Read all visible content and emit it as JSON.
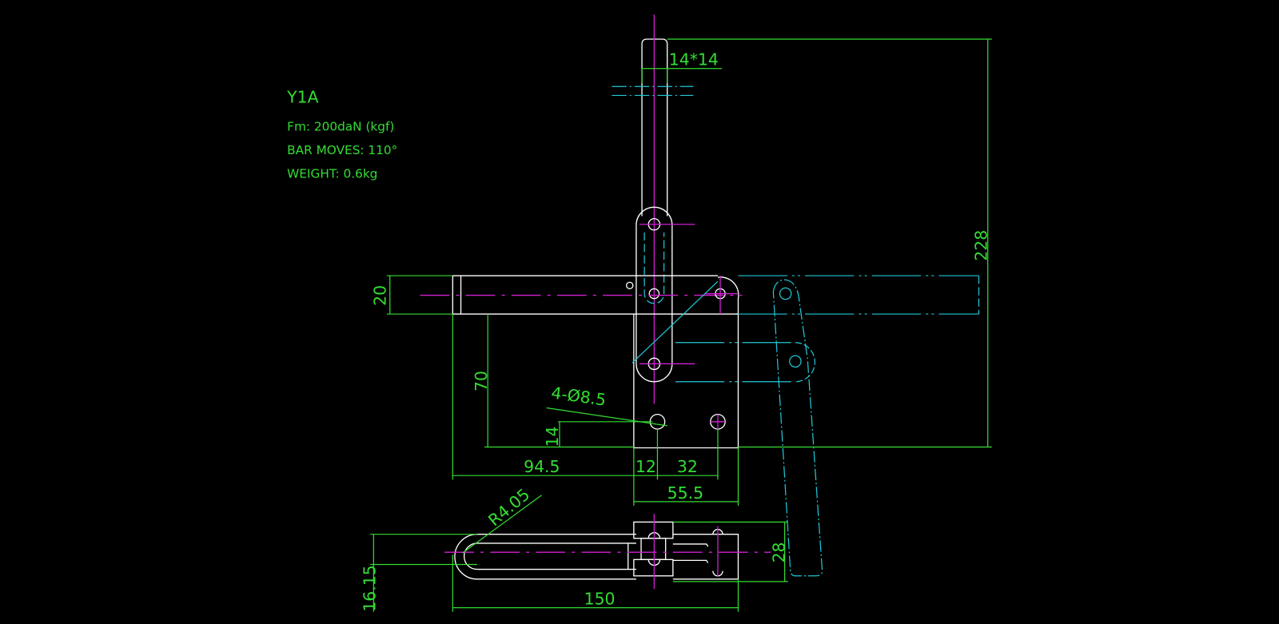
{
  "title_block": {
    "model": "Y1A",
    "force": "Fm: 200daN (kgf)",
    "bar_moves": "BAR MOVES: 110°",
    "weight": "WEIGHT: 0.6kg"
  },
  "dimensions": {
    "bar_section": "14*14",
    "overall_height": "228",
    "arm_height": "20",
    "base_height": "70",
    "hole_offset": "14",
    "holes": "4-Ø8.5",
    "d1": "94.5",
    "d2": "12",
    "d3": "32",
    "base_width": "55.5",
    "radius": "R4.05",
    "slot_width": "16.15",
    "clamp_width": "28",
    "overall_length": "150"
  },
  "colors": {
    "outline": "#ffffff",
    "dimension": "#33dd33",
    "centerline": "#d020d0",
    "alternate_position": "#20c8d8",
    "background": "#000000"
  }
}
